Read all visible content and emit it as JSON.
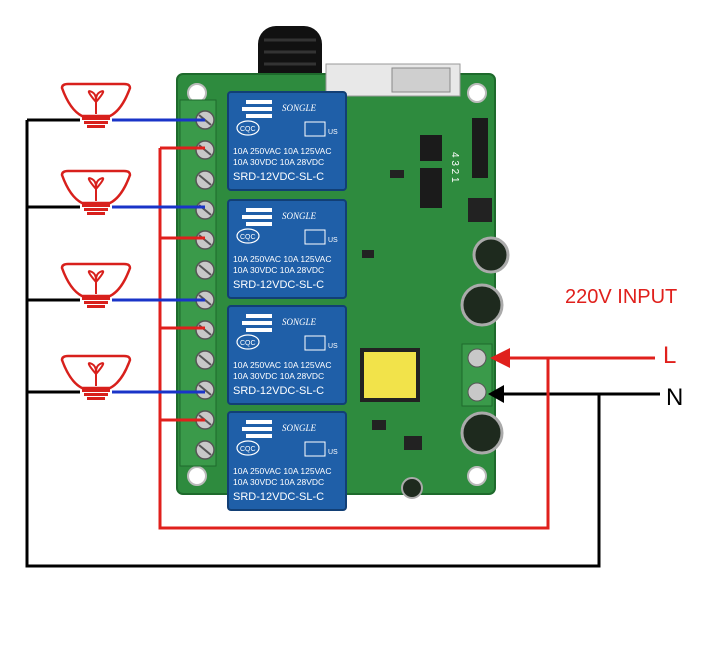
{
  "input_label": "220V INPUT",
  "terminal_L": "L",
  "terminal_N": "N",
  "relays": [
    {
      "brand": "SONGLE",
      "line1": "10A 250VAC  10A 125VAC",
      "line2": "10A 30VDC  10A 28VDC",
      "model": "SRD-12VDC-SL-C",
      "cqc": "CQC",
      "ul": "US"
    },
    {
      "brand": "SONGLE",
      "line1": "10A 250VAC  10A 125VAC",
      "line2": "10A 30VDC  10A 28VDC",
      "model": "SRD-12VDC-SL-C",
      "cqc": "CQC",
      "ul": "US"
    },
    {
      "brand": "SONGLE",
      "line1": "10A 250VAC  10A 125VAC",
      "line2": "10A 30VDC  10A 28VDC",
      "model": "SRD-12VDC-SL-C",
      "cqc": "CQC",
      "ul": "US"
    },
    {
      "brand": "SONGLE",
      "line1": "10A 250VAC  10A 125VAC",
      "line2": "10A 30VDC  10A 28VDC",
      "model": "SRD-12VDC-SL-C",
      "cqc": "CQC",
      "ul": "US"
    }
  ],
  "jumper_label": "4 3 2 1",
  "colors": {
    "board": "#2e8b3e",
    "relay": "#1f5fa8",
    "live_wire": "#e0201c",
    "load_wire": "#1a34c8",
    "neutral_wire": "#000000",
    "lamp": "#d8201c",
    "label_red": "#e0201c"
  },
  "lamp_count": 4
}
